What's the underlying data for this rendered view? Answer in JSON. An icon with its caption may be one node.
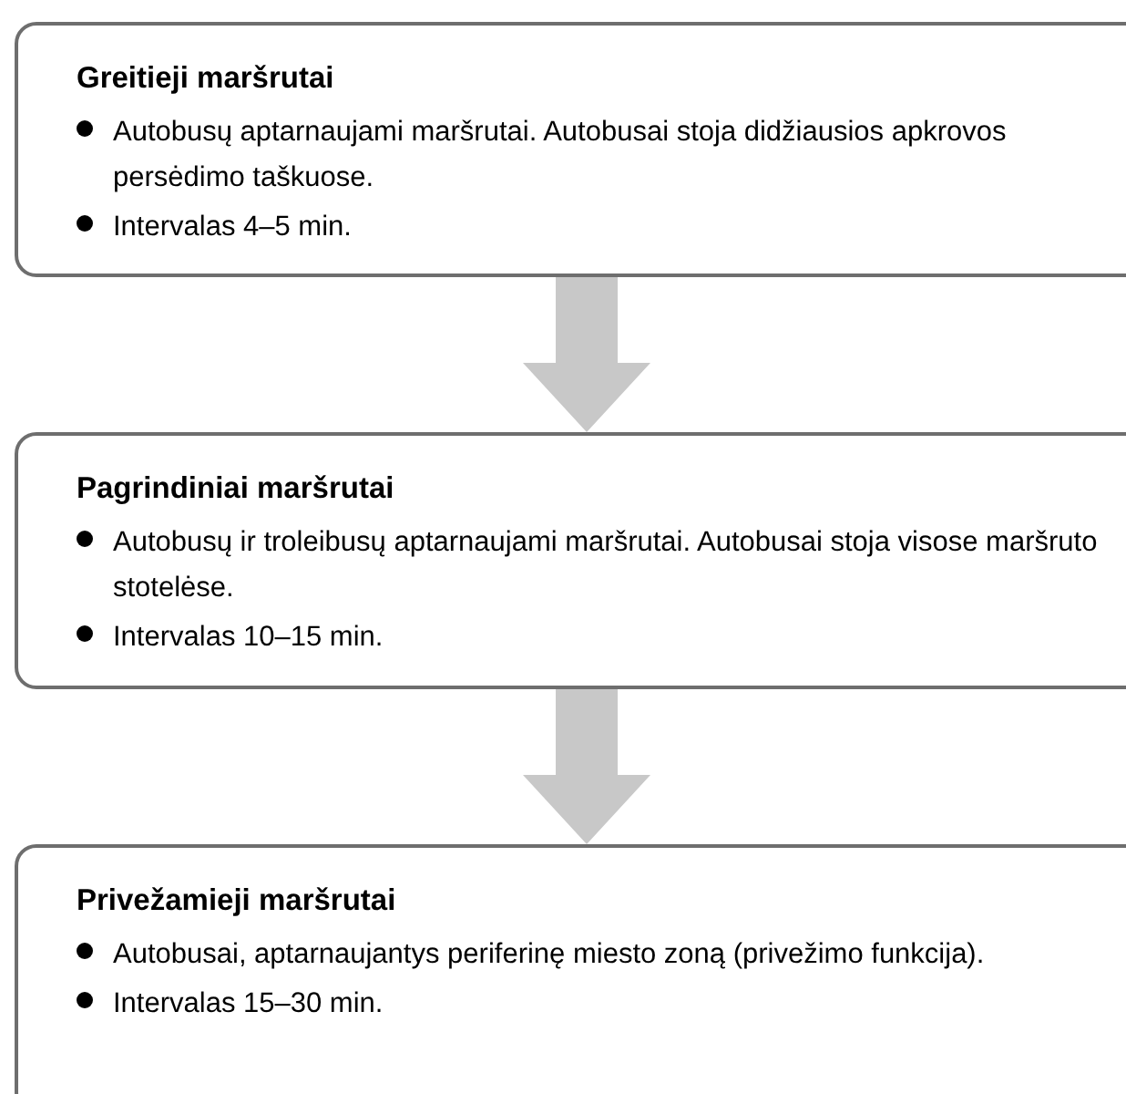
{
  "diagram": {
    "nodes": [
      {
        "text": [
          "Greitieji maršrutai",
          "Autobusų aptarnaujami maršrutai. Autobusai stoja didžiausios apkrovos persėdimo taškuose.",
          "Intervalas 4–5 min."
        ]
      },
      {
        "text": [
          "Pagrindiniai maršrutai",
          "Autobusų ir troleibusų aptarnaujami maršrutai. Autobusai stoja visose maršruto stotelėse.",
          "Intervalas 10–15 min."
        ]
      },
      {
        "text": [
          "Privežamieji maršrutai",
          "Autobusai, aptarnaujantys periferinę miesto zoną (privežimo funkcija).",
          "Intervalas 15–30 min."
        ]
      }
    ],
    "edges": [
      {
        "from": 0,
        "to": 1,
        "arrow": "to",
        "style": "thick",
        "color": "#c8c8c8"
      },
      {
        "from": 1,
        "to": 2,
        "arrow": "to",
        "style": "thick",
        "color": "#c8c8c8"
      }
    ]
  }
}
